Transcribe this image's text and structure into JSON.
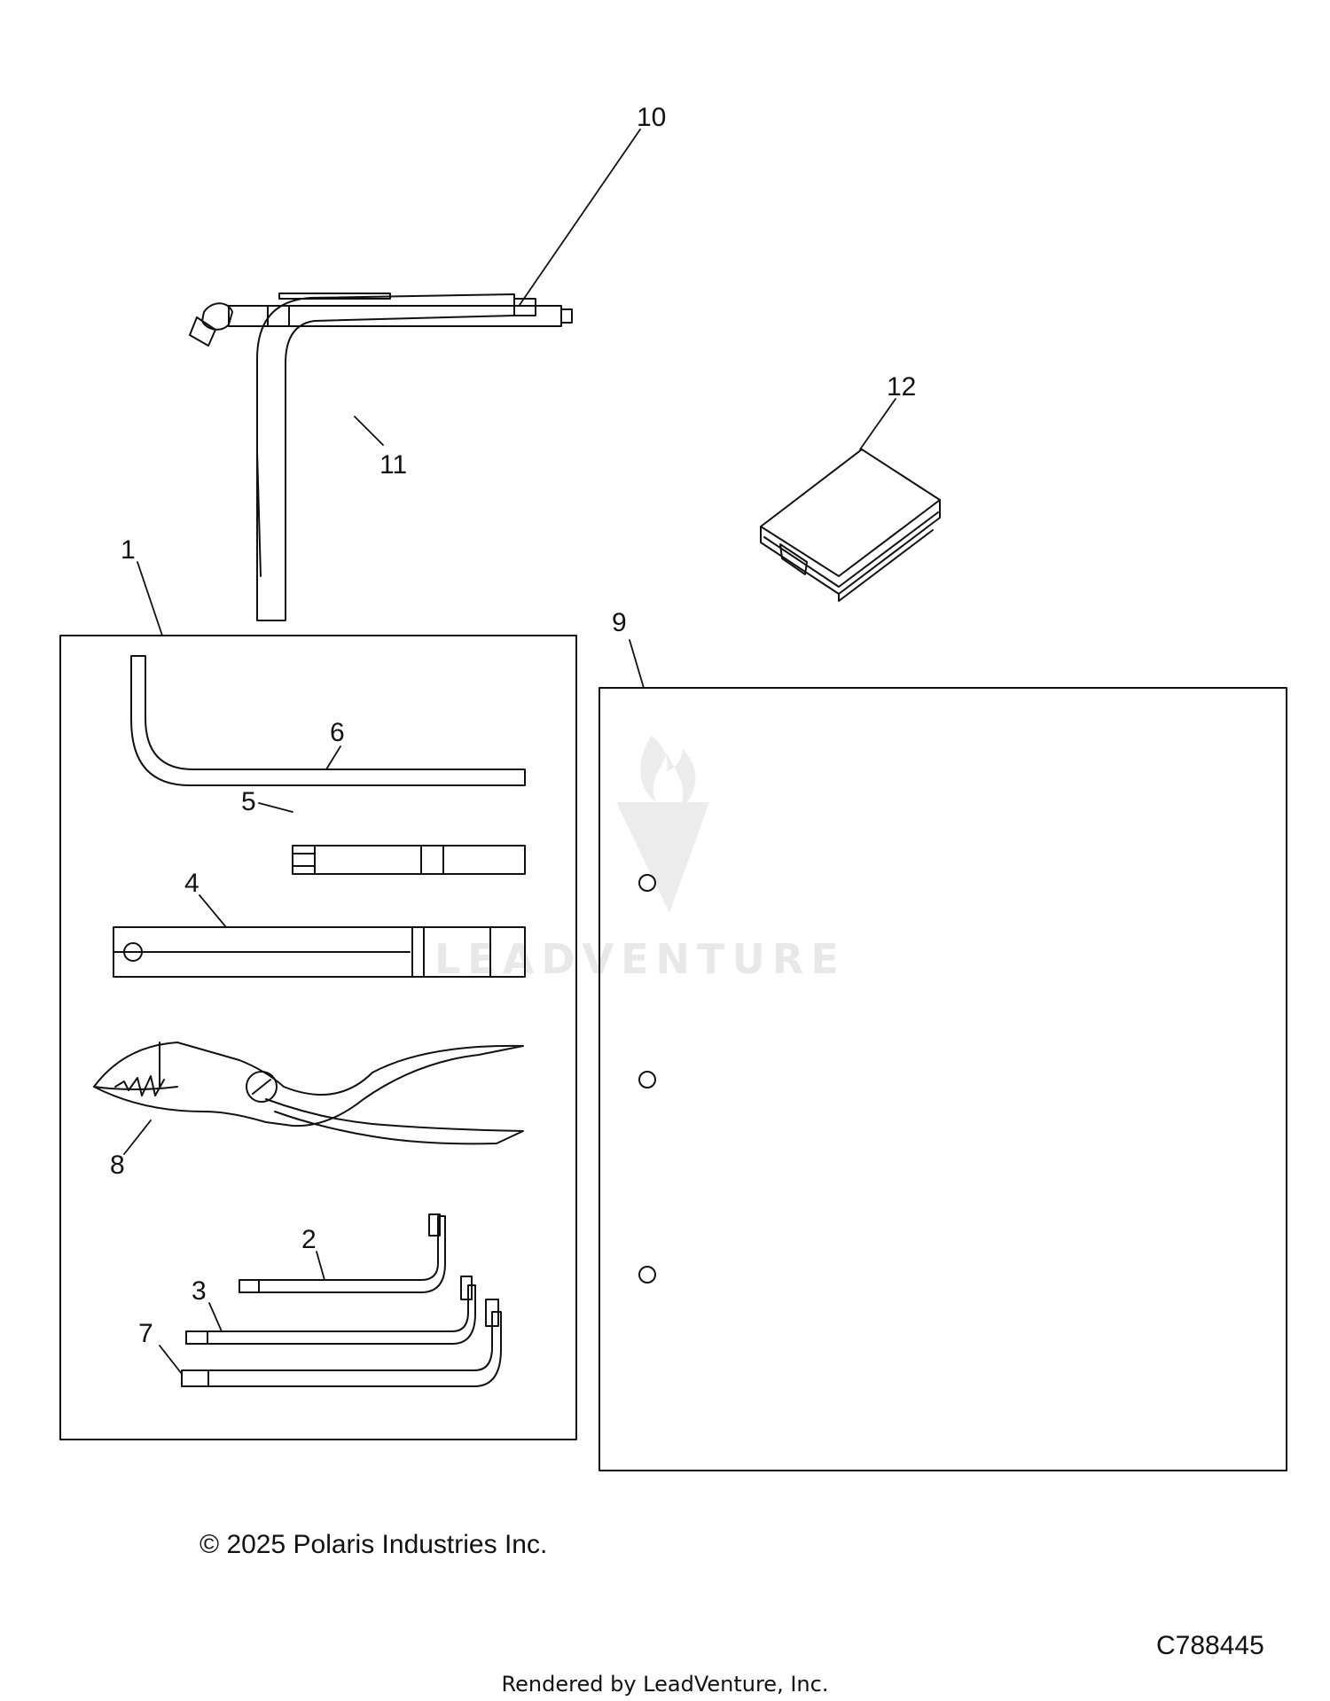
{
  "callouts": {
    "c1": "1",
    "c2": "2",
    "c3": "3",
    "c4": "4",
    "c5": "5",
    "c6": "6",
    "c7": "7",
    "c8": "8",
    "c9": "9",
    "c10": "10",
    "c11": "11",
    "c12": "12"
  },
  "footer": {
    "copyright": "© 2025 Polaris Industries Inc.",
    "figure_code": "C788445",
    "rendered_by": "Rendered by LeadVenture, Inc."
  },
  "watermark": {
    "text": "LEADVENTURE"
  },
  "colors": {
    "line": "#111111",
    "watermark": "#e8e8e8"
  }
}
